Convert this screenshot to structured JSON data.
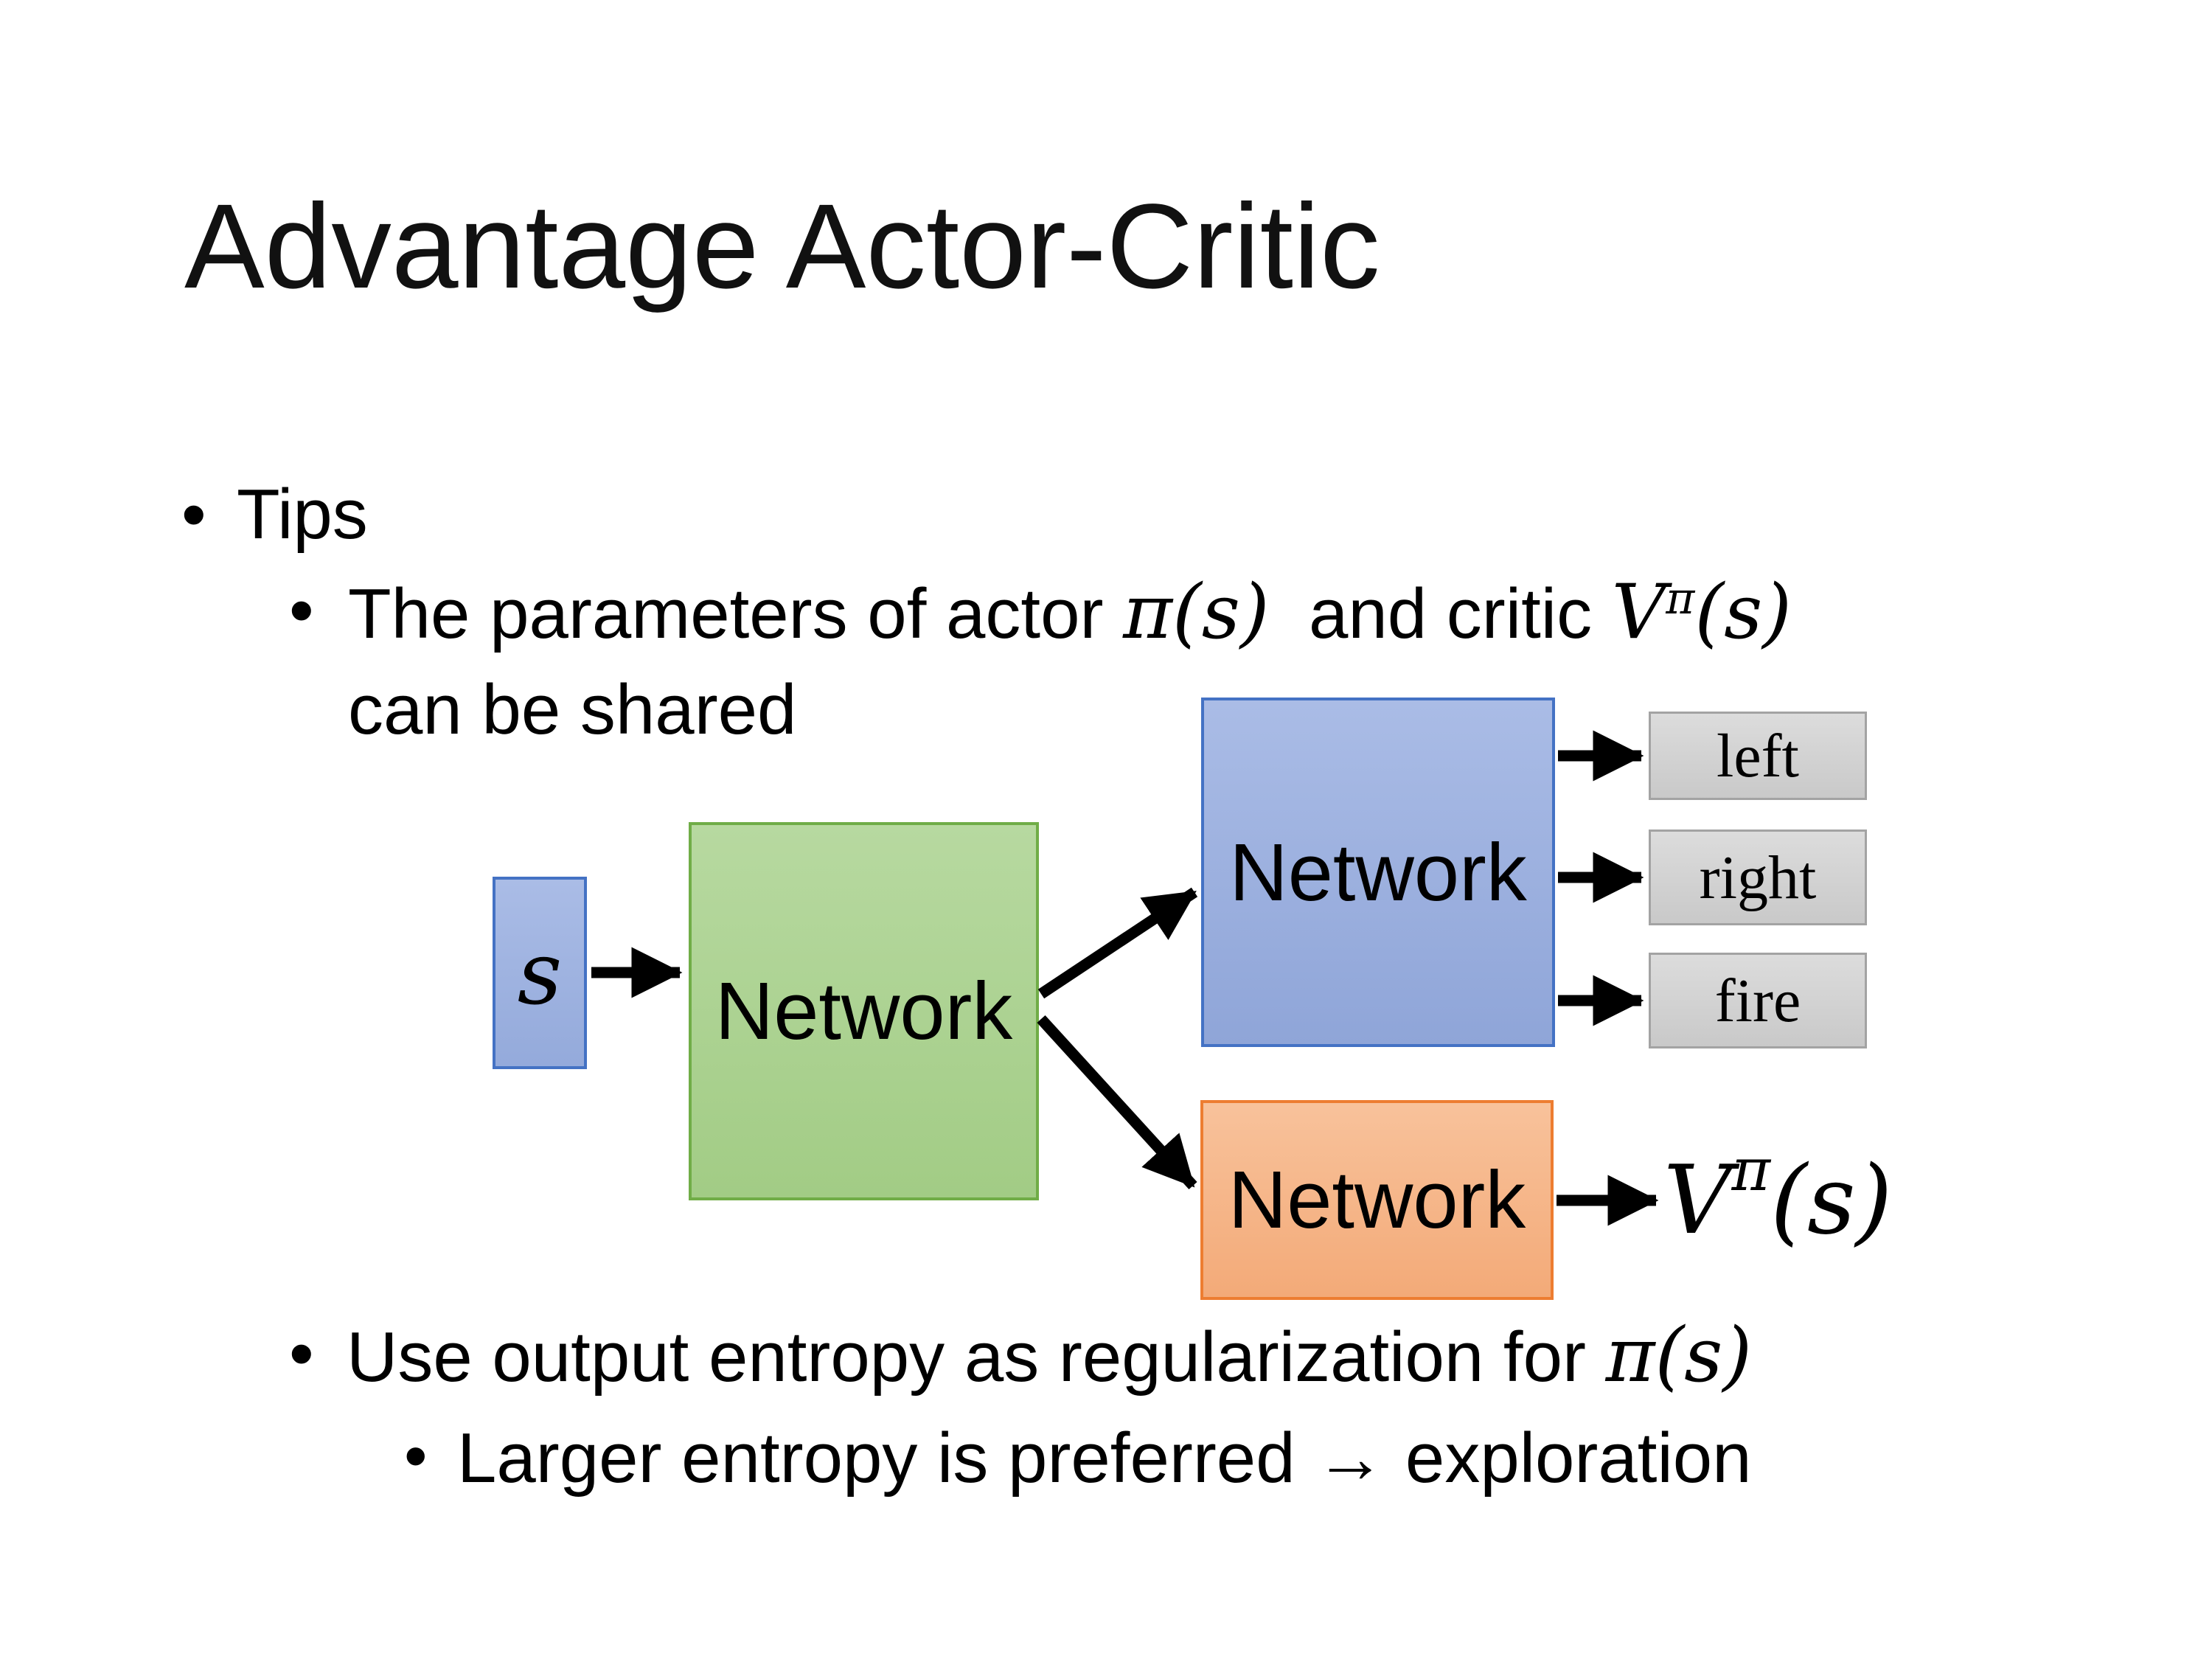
{
  "content": {
    "title": "Advantage Actor-Critic",
    "bullet_glyph": "•",
    "tips_label": "Tips",
    "shared_params_line": {
      "pre": "The parameters of actor ",
      "actor_math": "π(s)",
      "mid": "  and critic ",
      "critic_base": "V",
      "critic_sup": "π",
      "critic_args": "(s)",
      "line2": "can be shared"
    },
    "entropy_line": {
      "pre": "Use output entropy as regularization for ",
      "math": "π(s)"
    },
    "exploration_line": "Larger entropy is preferred → exploration"
  },
  "diagram": {
    "state_label": "s",
    "shared_network_label": "Network",
    "actor_network_label": "Network",
    "critic_network_label": "Network",
    "action_labels": {
      "left": "left",
      "right": "right",
      "fire": "fire"
    },
    "critic_output": {
      "base": "V",
      "sup": "π",
      "args": "(s)"
    }
  },
  "colors": {
    "background": "#ffffff",
    "text_color": "#000000",
    "state_box_fill": "#a2b5e0",
    "state_box_border": "#4472c4",
    "shared_box_fill": "#a9d18e",
    "shared_box_border": "#70ad47",
    "actor_box_fill": "#9fb3de",
    "actor_box_border": "#4472c4",
    "critic_box_fill": "#f4b183",
    "critic_box_border": "#ed7d31",
    "action_box_fill": "#d2d2d2",
    "action_box_border": "#a3a3a3",
    "arrow_color": "#000000"
  }
}
